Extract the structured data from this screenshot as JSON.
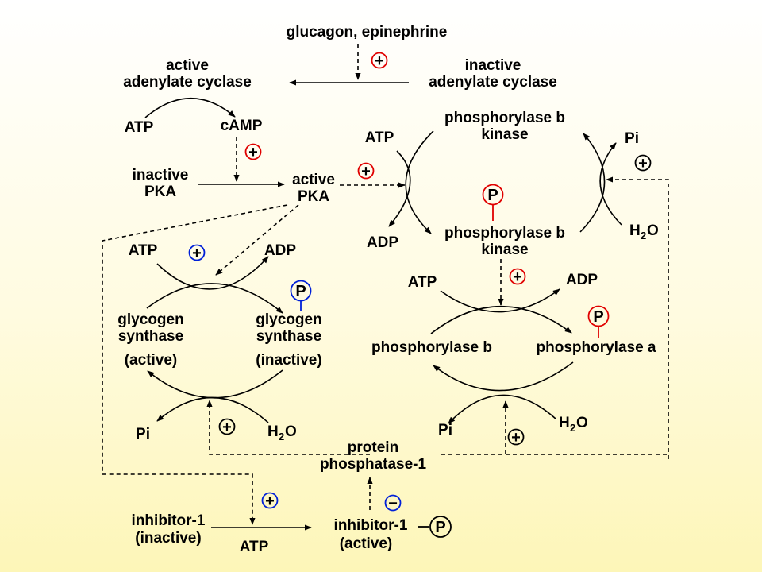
{
  "colors": {
    "red": "#e00000",
    "blue": "#0020d8",
    "black": "#000000"
  },
  "labels": {
    "hormone": "glucagon, epinephrine",
    "ac_active_1": "active",
    "ac_active_2": "adenylate cyclase",
    "ac_inactive_1": "inactive",
    "ac_inactive_2": "adenylate  cyclase",
    "atp_ac": "ATP",
    "camp": "cAMP",
    "pka_inactive_1": "inactive",
    "pka_inactive_2": "PKA",
    "pka_active_1": "active",
    "pka_active_2": "PKA",
    "atp_kinase": "ATP",
    "adp_kinase": "ADP",
    "kinase_top_1": "phosphorylase b",
    "kinase_top_2": "kinase",
    "kinase_bot_1": "phosphorylase b",
    "kinase_bot_2": "kinase",
    "pi_kinase": "Pi",
    "h2o_kinase": "H",
    "h2o_kinase_sub": "2",
    "h2o_kinase_o": "O",
    "atp_gs": "ATP",
    "adp_gs": "ADP",
    "gs_active_1": "glycogen",
    "gs_active_2": "synthase",
    "gs_active_3": "(active)",
    "gs_inactive_1": "glycogen",
    "gs_inactive_2": "synthase",
    "gs_inactive_3": "(inactive)",
    "pi_gs": "Pi",
    "h2o_gs": "H",
    "h2o_gs_sub": "2",
    "h2o_gs_o": "O",
    "atp_ph": "ATP",
    "adp_ph": "ADP",
    "phos_b": "phosphorylase b",
    "phos_a": "phosphorylase a",
    "pi_ph": "Pi",
    "h2o_ph": "H",
    "h2o_ph_sub": "2",
    "h2o_ph_o": "O",
    "pp1_1": "protein",
    "pp1_2": "phosphatase-1",
    "inh_inactive_1": "inhibitor-1",
    "inh_inactive_2": "(inactive)",
    "atp_inh": "ATP",
    "inh_active_1": "inhibitor-1",
    "inh_active_2": "(active)"
  },
  "symbols": {
    "plus": "+",
    "minus": "−",
    "phosphate": "P"
  }
}
